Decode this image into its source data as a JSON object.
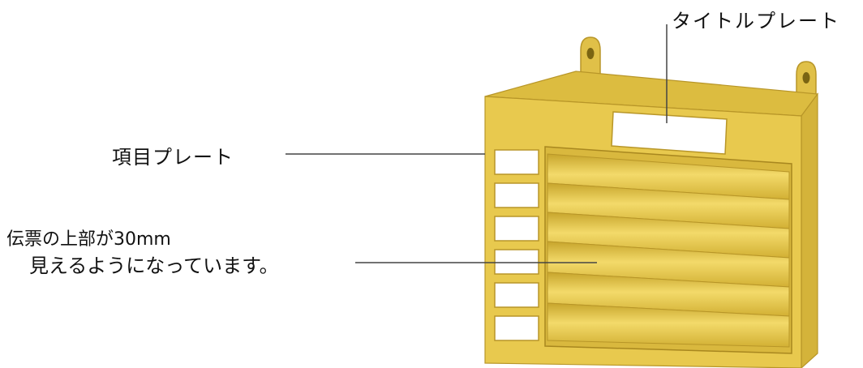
{
  "labels": {
    "title_plate": "タイトルプレート",
    "item_plate": "項目プレート",
    "slip_line1": "伝票の上部が30mm",
    "slip_line2": "見えるようになっています。"
  },
  "colors": {
    "box_front": "#e8c94e",
    "box_top": "#dcbc40",
    "box_side": "#d4b33a",
    "outline": "#b89628",
    "plate": "#ffffff",
    "leader_line": "#444444"
  },
  "structure": {
    "item_plate_count": 6,
    "slip_pocket_count": 6
  }
}
